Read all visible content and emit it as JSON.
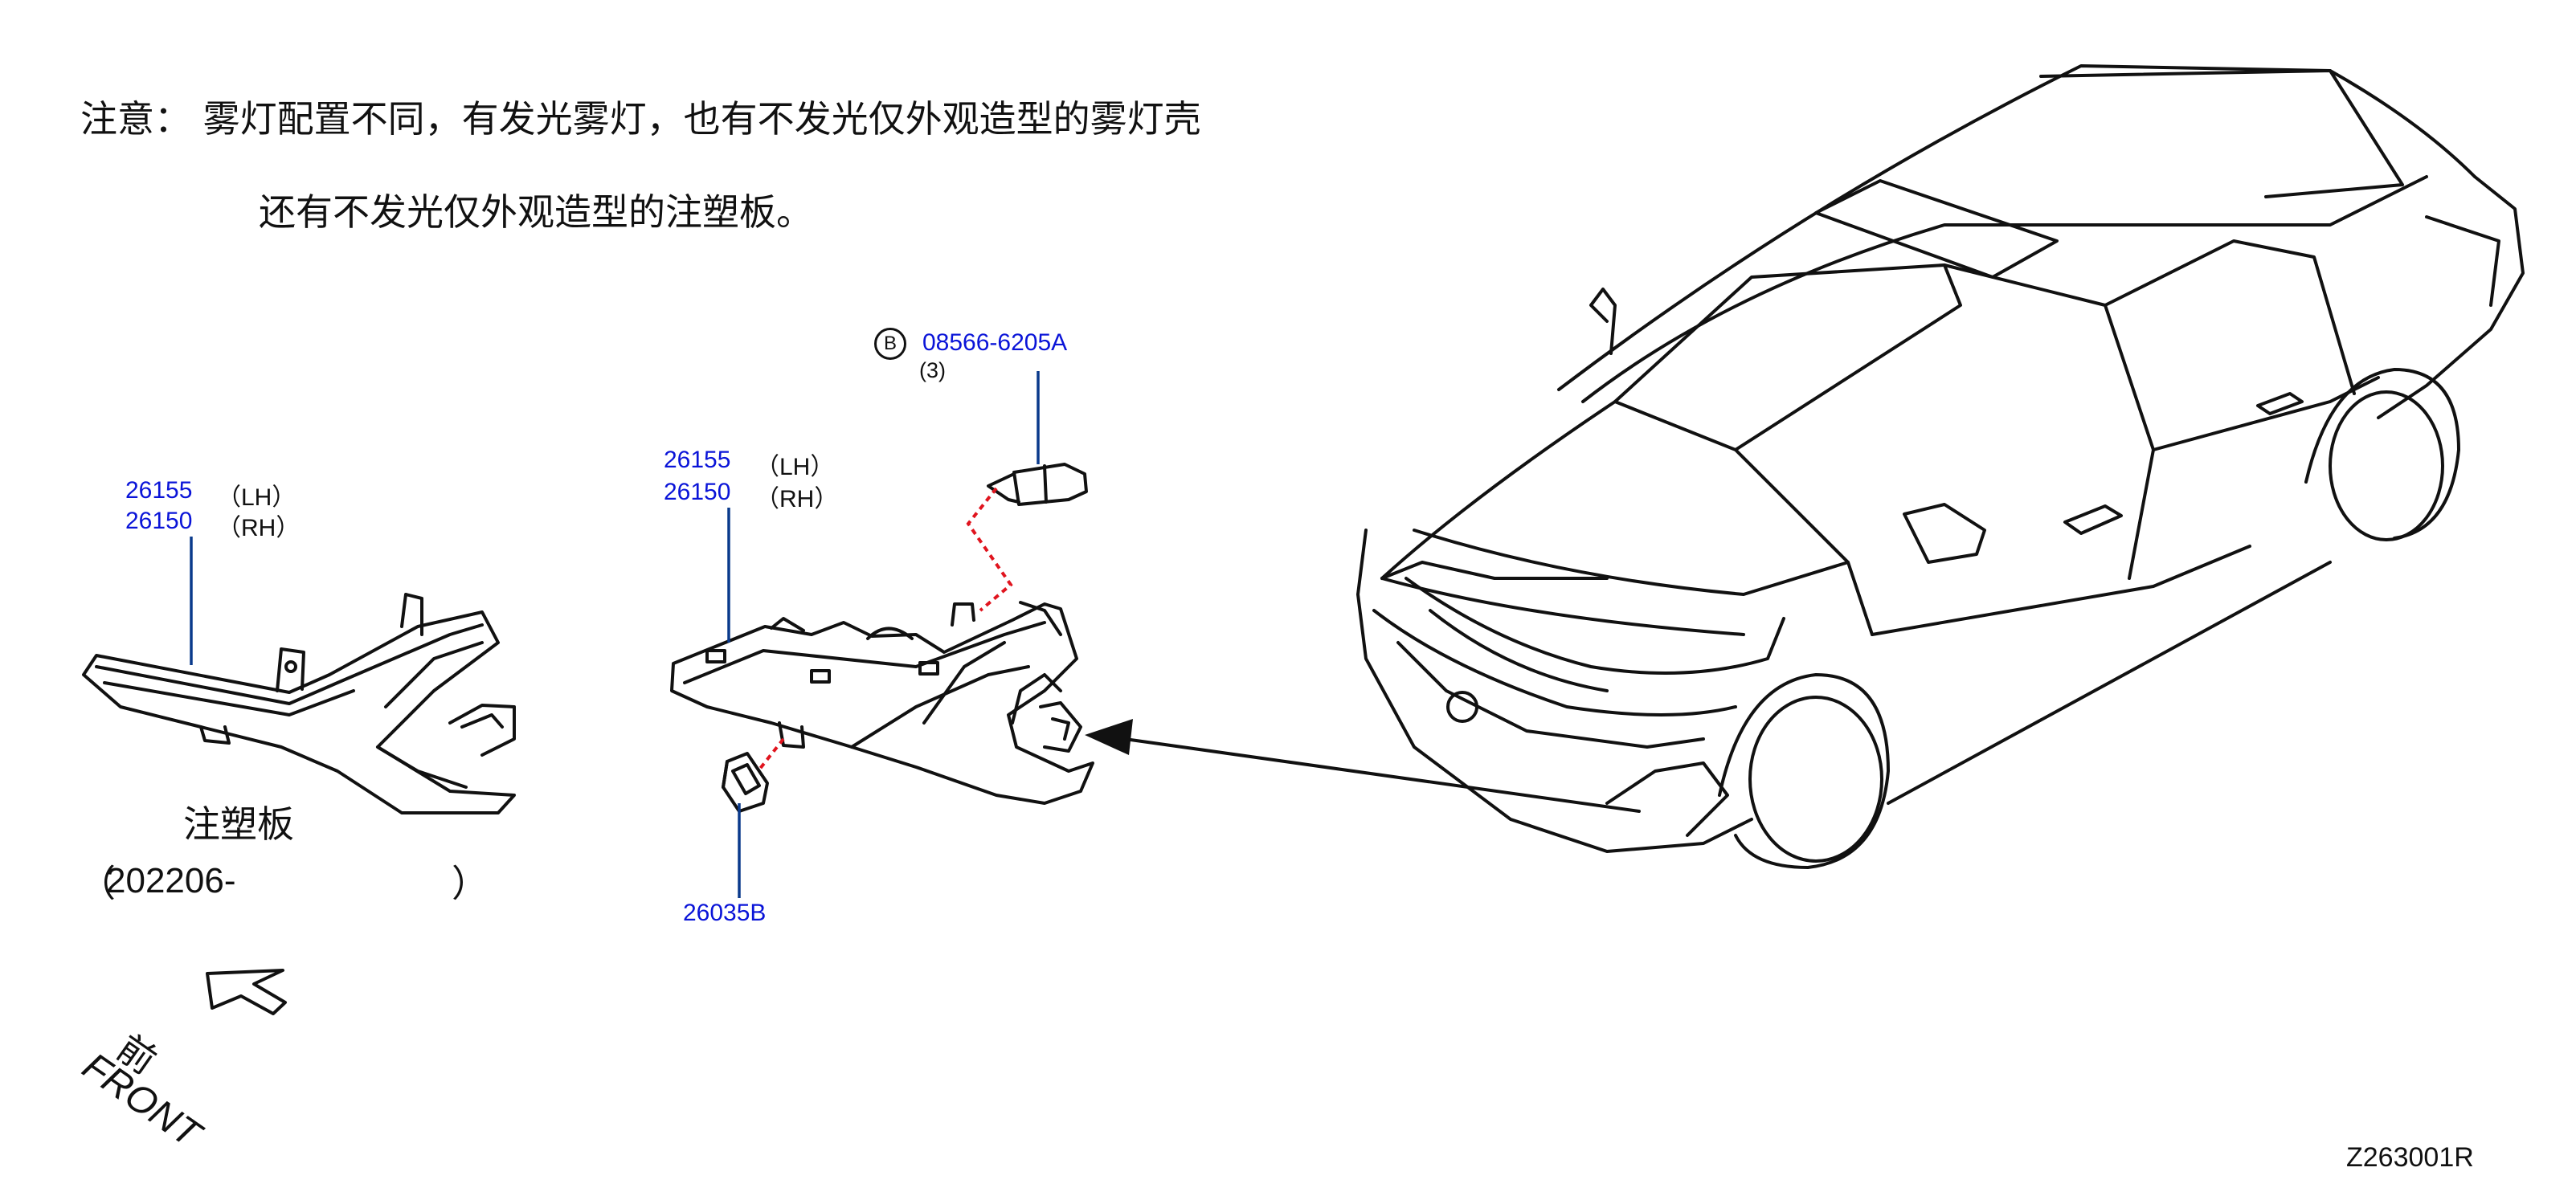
{
  "notes": {
    "line1": "注意： 雾灯配置不同，有发光雾灯，也有不发光仅外观造型的雾灯壳",
    "line2": "还有不发光仅外观造型的注塑板。"
  },
  "left_part": {
    "pn_lh": "26155",
    "side_lh": "（LH）",
    "pn_rh": "26150",
    "side_rh": "（RH）",
    "name": "注塑板",
    "date_open": "（",
    "date_value": "202206-",
    "date_close": "）"
  },
  "center_part": {
    "pn_lh": "26155",
    "side_lh": "（LH）",
    "pn_rh": "26150",
    "side_rh": "（RH）",
    "bolt_marker": "B",
    "bolt_pn": "08566-6205A",
    "bolt_qty": "(3)",
    "clip_pn": "26035B"
  },
  "front_indicator": {
    "kanji": "前",
    "label": "FRONT"
  },
  "diagram_code": "Z263001R",
  "colors": {
    "part_number": "#0a14d8",
    "leader": "#0a3a8c",
    "dotted_leader": "#e0141e",
    "line_art": "#111111"
  }
}
